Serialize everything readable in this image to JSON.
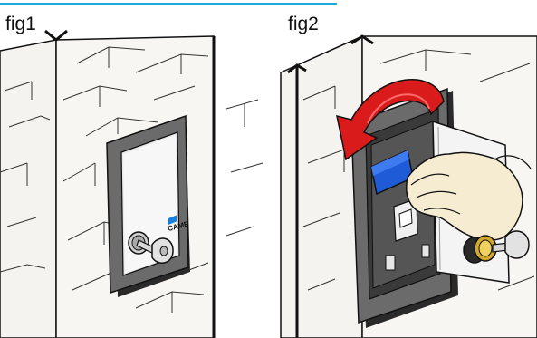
{
  "figures": [
    {
      "label": "fig1",
      "brand": "CAME"
    },
    {
      "label": "fig2"
    }
  ],
  "colors": {
    "accent_line": "#1aa7e0",
    "wall": "#f5f3ef",
    "frame": "#6b6b6b",
    "rotation_arrow": "#d91b1b",
    "release_lever": "#1f5bd6",
    "hand": "#f6ecd2"
  },
  "icons": [
    "key-icon",
    "rotation-arrow-icon",
    "hand-icon",
    "came-logo-icon"
  ]
}
